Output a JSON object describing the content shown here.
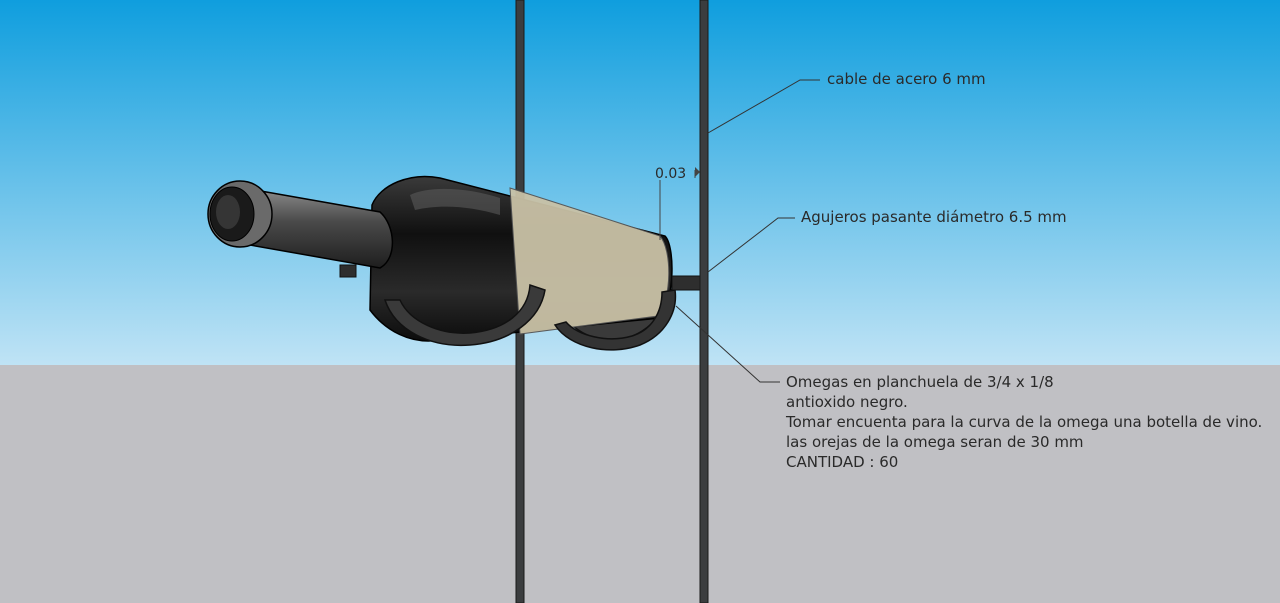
{
  "colors": {
    "sky_top": "#0f9ede",
    "sky_bottom": "#bfe3f5",
    "ground": "#c0c0c4",
    "steel": "#3b3d3f",
    "bottle": "#1c1c1c",
    "label_paper": "#c9c1a6",
    "leader": "#333333",
    "text": "#2a2a2a"
  },
  "annotations": {
    "cable": "cable de acero 6 mm",
    "holes": "Agujeros pasante diámetro 6.5 mm",
    "dimension": "0.03",
    "omega_notes": [
      "Omegas en planchuela de 3/4 x 1/8",
      "antioxido negro.",
      "Tomar encuenta para la curva de la omega una botella de vino.",
      "las orejas de la omega seran de 30 mm",
      "CANTIDAD : 60"
    ]
  }
}
